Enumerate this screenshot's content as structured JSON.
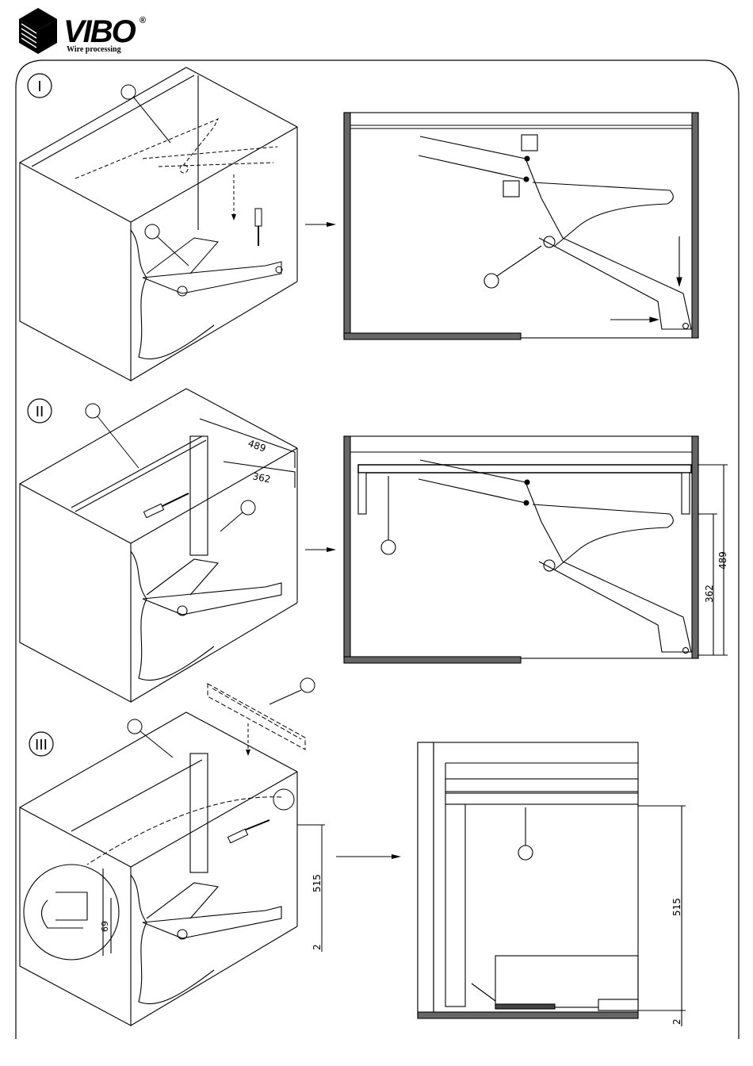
{
  "header": {
    "brand": "VIBO",
    "registered_mark": "®",
    "tagline": "Wire processing"
  },
  "steps": [
    {
      "numeral": "I"
    },
    {
      "numeral": "II"
    },
    {
      "numeral": "III"
    }
  ],
  "dimensions": {
    "d489": "489",
    "d362": "362",
    "d515": "515",
    "d69": "69",
    "d2": "2"
  },
  "icons": {
    "callout": "circle-callout-icon",
    "arrow": "arrow-right-icon",
    "screwdriver": "screwdriver-icon",
    "logo": "cube-logo-icon"
  }
}
